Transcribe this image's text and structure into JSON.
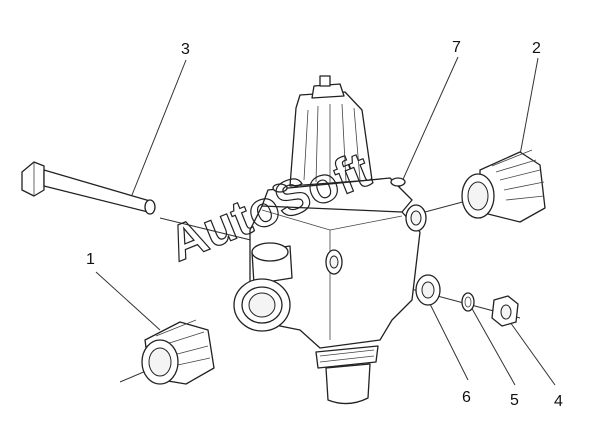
{
  "watermark": "AutoSoft",
  "callouts": {
    "c1": "1",
    "c2": "2",
    "c3": "3",
    "c4": "4",
    "c5": "5",
    "c6": "6",
    "c7": "7"
  }
}
